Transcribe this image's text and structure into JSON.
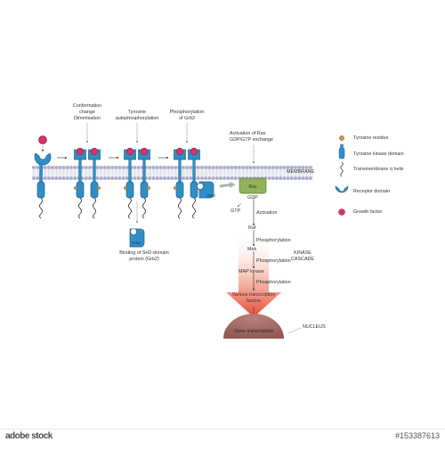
{
  "steps": {
    "conformation": "Conformation\nchange\nDimerisation",
    "autophos": "Tyrosine\nautophosphorylation",
    "phos_grb2": "Phosphorylation\nof Grb2",
    "ras_activation": "Activation of Ras\nGDP/GTP   exchange",
    "grb2_binding": "Binding of SH2-domain\nprotein (Grb2)"
  },
  "labels": {
    "membrane": "MEMBRANE",
    "gdp": "GDP",
    "ras": "Ras",
    "gtp": "GTP",
    "activation": "Activation",
    "raf": "Raf",
    "phos1": "Phosphorylation",
    "mek": "Mek",
    "phos2": "Phosphorylation",
    "map_kinase": "MAP kinase",
    "phos3": "Phosphorylation",
    "kinase_cascade": "KINASE\nCASCADE",
    "transcription_factors": "Various transcription\nfactors",
    "nucleus": "NUCLEUS",
    "gene_transcription": "Gene transcription",
    "grb2_a": "Grb2",
    "grb2_b": "Grb2"
  },
  "legend": [
    {
      "icon": "tyrosine-residue-icon",
      "label": "Tyrosine residue"
    },
    {
      "icon": "tyrosine-kinase-domain-icon",
      "label": "Tyrosine kinase domain"
    },
    {
      "icon": "transmembrane-helix-icon",
      "label": "Transmembrane α helix"
    },
    {
      "icon": "receptor-domain-icon",
      "label": "Receptor domain"
    },
    {
      "icon": "growth-factor-icon",
      "label": "Growth factor"
    }
  ],
  "footer": {
    "brand": "adobe stock",
    "image_id": "#153387613"
  },
  "colors": {
    "receptor_blue": "#2f8fc5",
    "receptor_outline": "#1a5f8a",
    "growth_factor": "#d5336a",
    "tyrosine": "#c79a45",
    "membrane_head": "#a9a9c9",
    "ras_fill": "#93b15a",
    "arrow_red": "#e6452f",
    "nucleus": "#a06a62"
  }
}
